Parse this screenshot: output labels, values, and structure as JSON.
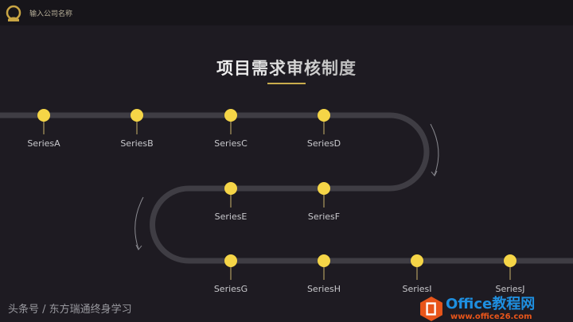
{
  "header": {
    "company_placeholder": "输入公司名称",
    "logo_icon": "gold-emblem-icon"
  },
  "title": "项目需求审核制度",
  "colors": {
    "accent": "#f5d547",
    "track": "#3f3d44",
    "background": "#1e1b22",
    "underline": "#c9ad4d"
  },
  "timeline": {
    "row1": [
      "SeriesA",
      "SeriesB",
      "SeriesC",
      "SeriesD"
    ],
    "row2": [
      "SeriesE",
      "SeriesF"
    ],
    "row3": [
      "SeriesG",
      "SeriesH",
      "SeriesI",
      "SeriesJ"
    ]
  },
  "watermark": {
    "text": "头条号 / 东方瑞通终身学习",
    "brand": "Office教程网",
    "url": "www.office26.com"
  }
}
